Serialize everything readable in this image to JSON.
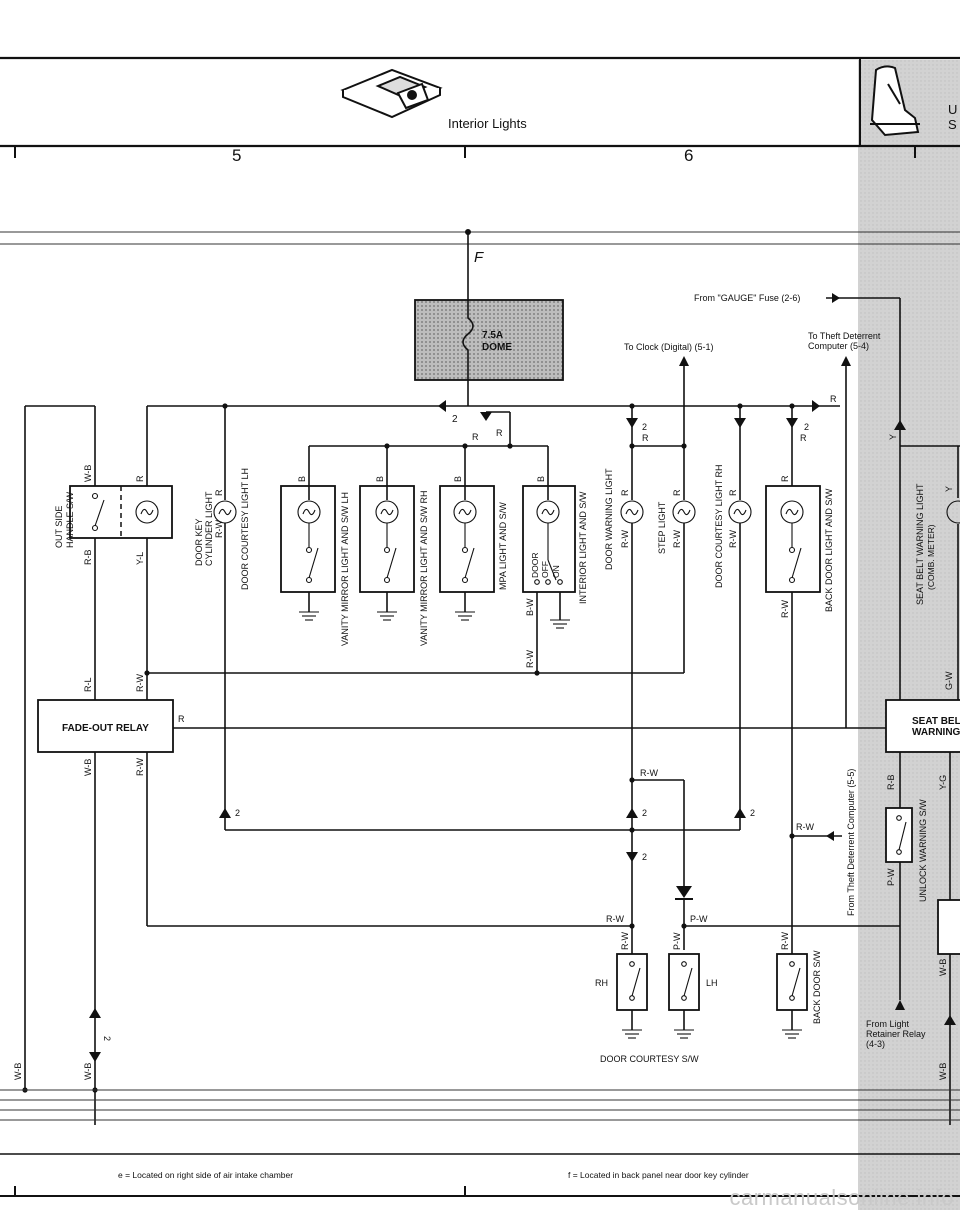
{
  "header": {
    "title": "Interior Lights",
    "next_section_partial": "U\nS",
    "grid_numbers": [
      "5",
      "6"
    ]
  },
  "fuse": {
    "node": "F",
    "rating": "7.5A",
    "name": "DOME"
  },
  "sources": {
    "gauge_fuse": "From \"GAUGE\" Fuse (2-6)",
    "clock": "To Clock (Digital) (5-1)",
    "theft_computer": "To Theft Deterrent Computer (5-4)",
    "theft_computer_side": "From Theft Deterrent Computer (5-5)",
    "light_retainer": "From Light Retainer Relay (4-3)"
  },
  "components": {
    "outside_handle_sw": "OUT SIDE HANDLE S/W",
    "door_key_cyl": "DOOR KEY CYLINDER LIGHT",
    "door_courtesy_lh": "DOOR COURTESY LIGHT LH",
    "vanity_lh": "VANITY MIRROR LIGHT AND S/W LH",
    "vanity_rh": "VANITY MIRROR LIGHT AND S/W RH",
    "mpa_light": "MPA LIGHT AND S/W",
    "interior_light": "INTERIOR LIGHT AND S/W",
    "switch_pos": [
      "DOOR",
      "OFF",
      "ON"
    ],
    "door_warning": "DOOR WARNING LIGHT",
    "step_light": "STEP LIGHT",
    "door_courtesy_rh": "DOOR COURTESY LIGHT RH",
    "back_door_light": "BACK DOOR LIGHT AND S/W",
    "seat_belt_light": "SEAT BELT WARNING LIGHT",
    "seat_belt_light_sub": "(COMB. METER)",
    "fade_out_relay": "FADE-OUT RELAY",
    "seat_belt_relay": "SEAT BEL WARNING",
    "unlock_warning": "UNLOCK WARNING S/W",
    "door_courtesy_sw": "DOOR COURTESY S/W",
    "back_door_sw": "BACK DOOR S/W",
    "rh": "RH",
    "lh": "LH"
  },
  "wire_colors": {
    "r": "R",
    "rw": "R-W",
    "b": "B",
    "bw": "B-W",
    "wb": "W-B",
    "rb": "R-B",
    "yl": "Y-L",
    "rl": "R-L",
    "pw": "P-W",
    "y": "Y",
    "gw": "G-W",
    "yg": "Y-G"
  },
  "connector_no": "2",
  "footnotes": {
    "e": "e = Located on right side of air intake chamber",
    "f": "f = Located in back panel near door key cylinder"
  },
  "watermark": "carmanualsonline.info"
}
